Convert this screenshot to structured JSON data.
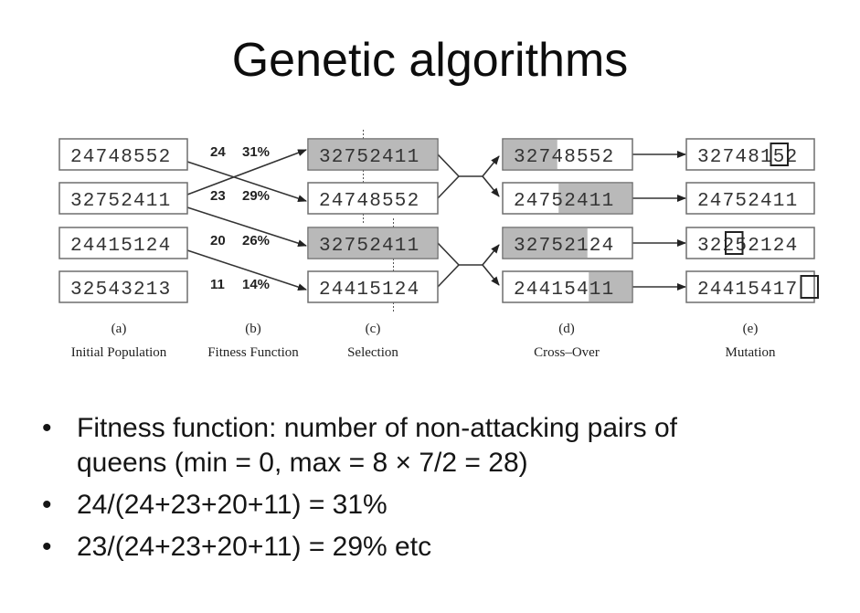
{
  "slide": {
    "title": "Genetic algorithms"
  },
  "diagram": {
    "columns": [
      {
        "letter": "(a)",
        "label": "Initial Population"
      },
      {
        "letter": "(b)",
        "label": "Fitness Function"
      },
      {
        "letter": "(c)",
        "label": "Selection"
      },
      {
        "letter": "(d)",
        "label": "Cross–Over"
      },
      {
        "letter": "(e)",
        "label": "Mutation"
      }
    ],
    "initial_population": [
      "24748552",
      "32752411",
      "24415124",
      "32543213"
    ],
    "fitness": [
      {
        "score": "24",
        "percent": "31%"
      },
      {
        "score": "23",
        "percent": "29%"
      },
      {
        "score": "20",
        "percent": "26%"
      },
      {
        "score": "11",
        "percent": "14%"
      }
    ],
    "selection": [
      {
        "value": "32752411",
        "shaded": true
      },
      {
        "value": "24748552",
        "shaded": false
      },
      {
        "value": "32752411",
        "shaded": true
      },
      {
        "value": "24415124",
        "shaded": false
      }
    ],
    "crossover_points": [
      3,
      5
    ],
    "crossover": [
      {
        "value": "32748552",
        "shaded_from": 0,
        "shaded_to": 3
      },
      {
        "value": "24752411",
        "shaded_from": 3,
        "shaded_to": 8
      },
      {
        "value": "32752124",
        "shaded_from": 0,
        "shaded_to": 5
      },
      {
        "value": "24415411",
        "shaded_from": 5,
        "shaded_to": 8
      }
    ],
    "mutation": [
      {
        "value": "32748152",
        "mutated_index": 5
      },
      {
        "value": "24752411",
        "mutated_index": null
      },
      {
        "value": "32252124",
        "mutated_index": 2
      },
      {
        "value": "24415417",
        "mutated_index": 7
      }
    ],
    "selection_arrows": [
      [
        0,
        1
      ],
      [
        1,
        0
      ],
      [
        1,
        2
      ],
      [
        2,
        3
      ]
    ],
    "colors": {
      "shade": "#b9b9b9",
      "border": "#6e6e6e",
      "line": "#333333"
    }
  },
  "bullets": [
    {
      "line1": "Fitness function: number of non-attacking pairs of",
      "line2": "queens (min = 0, max = 8 × 7/2 = 28)"
    },
    {
      "line1": "24/(24+23+20+11) = 31%"
    },
    {
      "line1": "23/(24+23+20+11) = 29% etc"
    }
  ],
  "bullet_glyph": "•"
}
